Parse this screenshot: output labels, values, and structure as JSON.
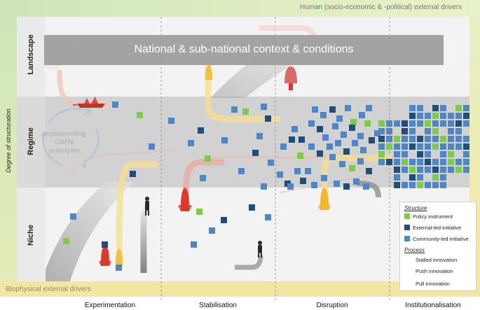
{
  "header": {
    "top_right": "Human (socio-economic & -political) external drivers"
  },
  "footer": {
    "bottom_left": "Biophysical external drivers"
  },
  "axis": {
    "ylabel": "Degree of structuration"
  },
  "bands": {
    "landscape": "Landscape",
    "regime": "Regime",
    "niche": "Niche"
  },
  "banner": {
    "text": "National & sub-national context & conditions"
  },
  "cycle": {
    "line1": "Implementing",
    "line2": "CBFM",
    "line3": "principles"
  },
  "phases": [
    "Experimentation",
    "Stabilisation",
    "Disruption",
    "Institutionalisation"
  ],
  "legend": {
    "structure_title": "Structure",
    "policy": "Policy instrument",
    "external": "External-led initiative",
    "community": "Community-led initiative",
    "process_title": "Process",
    "stalled": "Stalled innovation",
    "push": "Push innovation",
    "pull": "Pull innovation"
  },
  "colors": {
    "policy": "#7ecb4a",
    "external": "#1f4e79",
    "community": "#4f86c6",
    "push": "#d93a2b",
    "pull": "#f2c23a",
    "stalled": "#777777",
    "human_driver_bg": "#cfe6b8",
    "bio_driver_bg": "#f6e7a0"
  },
  "icons": [
    "ship-icon",
    "rocket-icon",
    "stalled-person-icon",
    "cycle-arrows-icon"
  ]
}
